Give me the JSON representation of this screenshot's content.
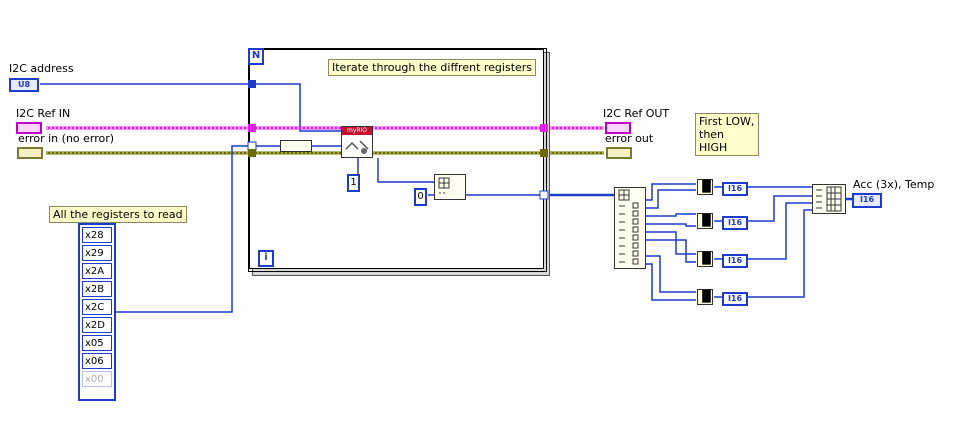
{
  "labels": {
    "i2c_address": "I2C address",
    "i2c_ref_in": "I2C Ref IN",
    "error_in": "error in (no error)",
    "i2c_ref_out": "I2C Ref OUT",
    "error_out": "error out",
    "acc_temp": "Acc (3x), Temp"
  },
  "notes": {
    "iterate": "Iterate through the diffrent registers",
    "registers": "All the registers to read",
    "first_low": "First LOW, then HIGH"
  },
  "loop": {
    "count_terminal": "N",
    "iteration_terminal": "i"
  },
  "controls": {
    "address_type": "U8",
    "output_type": "I16"
  },
  "constants": {
    "one": "1",
    "zero": "0"
  },
  "register_array": [
    "x28",
    "x29",
    "x2A",
    "x2B",
    "x2C",
    "x2D",
    "x05",
    "x06",
    "x00"
  ],
  "join_nodes": [
    "I16",
    "I16",
    "I16",
    "I16"
  ],
  "myrio_label": "myRIO",
  "colors": {
    "numeric_wire": "#1d3ccc",
    "i2c_wire": "#e020e0",
    "error_wire": "#6b6b00"
  }
}
